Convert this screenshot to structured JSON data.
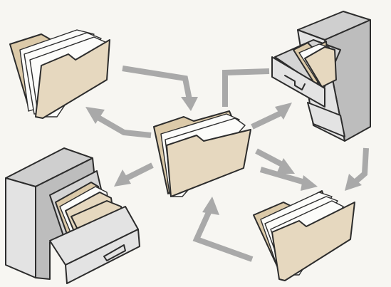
{
  "diagram": {
    "kind": "document-flow-illustration",
    "colors": {
      "background": "#f7f6f2",
      "folder_fill": "#e6d8bf",
      "folder_back": "#dccaa9",
      "folder_outline": "#2c2c2c",
      "paper": "#fcfcfa",
      "cabinet_front": "#e3e3e3",
      "cabinet_side": "#bdbdbd",
      "cabinet_top": "#cfcfcf",
      "arrow": "#a9a9a9"
    },
    "nodes": [
      {
        "id": "folder-top-left",
        "icon": "folder-icon"
      },
      {
        "id": "cabinet-top-right",
        "icon": "filing-cabinet-icon"
      },
      {
        "id": "folder-center",
        "icon": "folder-icon"
      },
      {
        "id": "cabinet-bottom-left",
        "icon": "filing-cabinet-icon"
      },
      {
        "id": "folder-bottom-right",
        "icon": "folder-icon"
      }
    ],
    "flows": [
      {
        "from": "folder-top-left",
        "to": "folder-center"
      },
      {
        "from": "folder-center",
        "to": "folder-top-left"
      },
      {
        "from": "folder-center",
        "to": "cabinet-top-right"
      },
      {
        "from": "folder-center",
        "to": "cabinet-bottom-left"
      },
      {
        "from": "folder-center",
        "to": "folder-bottom-right"
      },
      {
        "from": "cabinet-top-right",
        "to": "folder-bottom-right"
      },
      {
        "from": "folder-bottom-right",
        "to": "folder-center"
      }
    ]
  }
}
